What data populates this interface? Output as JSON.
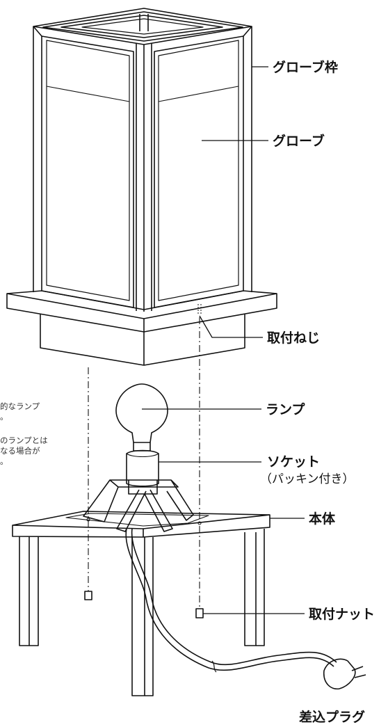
{
  "labels": {
    "globe_frame": "グローブ枠",
    "globe": "グローブ",
    "mount_screw": "取付ねじ",
    "lamp": "ランプ",
    "socket": "ソケット",
    "socket_note": "（パッキン付き）",
    "body": "本体",
    "mount_nut": "取付ナット",
    "plug": "差込プラグ"
  },
  "note_lines": [
    "的なランプ",
    "。",
    "のランプとは",
    "なる場合が",
    "。"
  ]
}
